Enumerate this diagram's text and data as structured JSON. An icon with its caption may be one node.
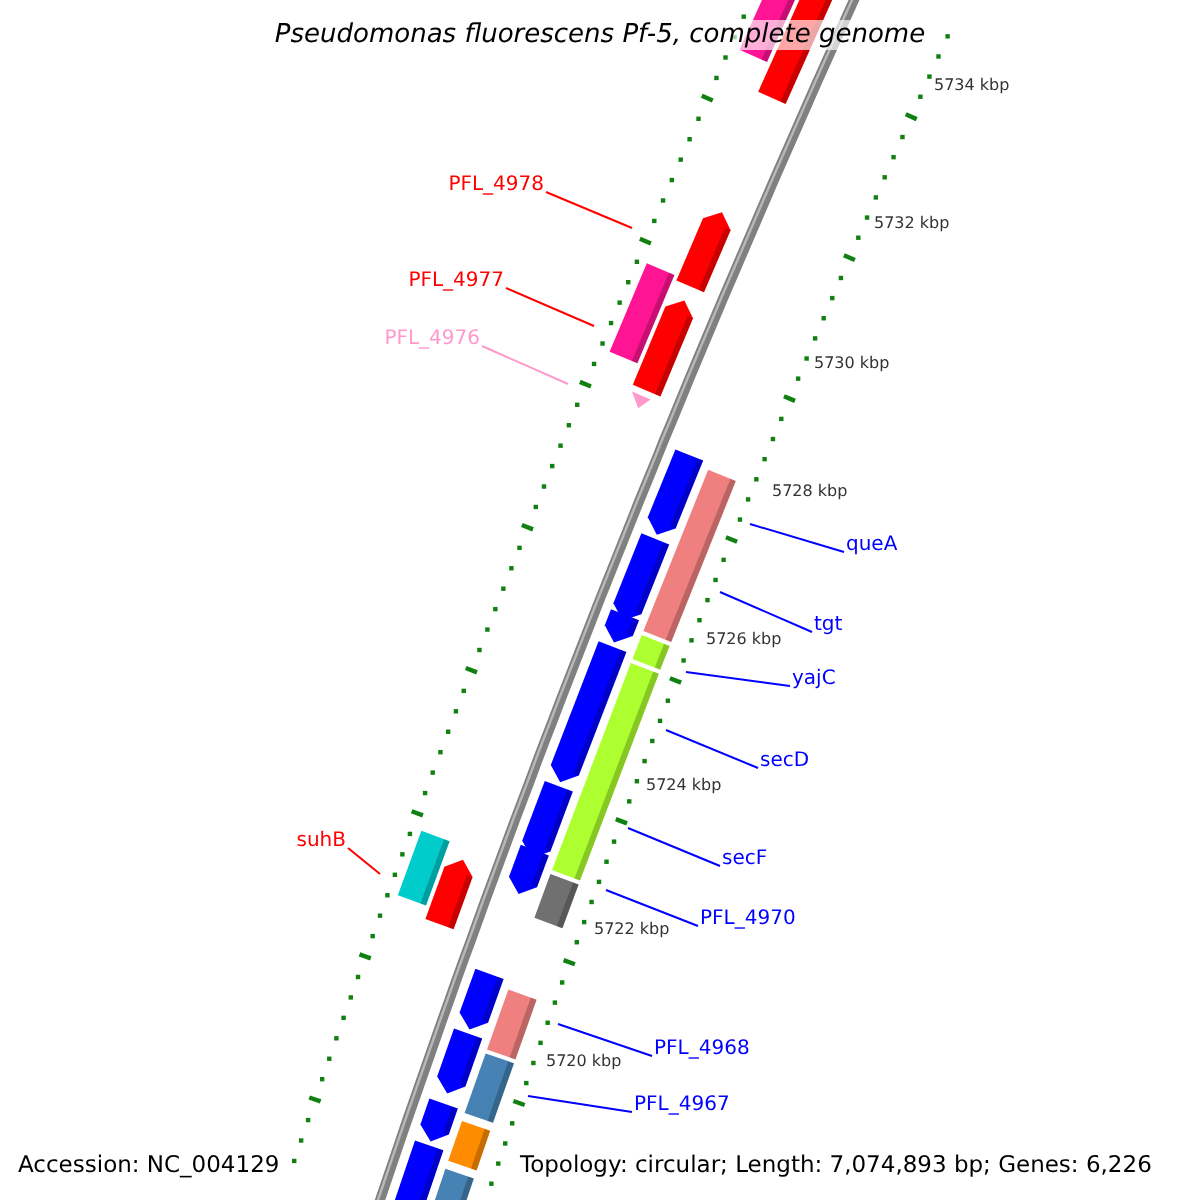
{
  "diagram": {
    "title": "Pseudomonas fluorescens Pf-5, complete genome",
    "nodes": [
      {
        "text": [
          "PFL_4978"
        ]
      },
      {
        "text": [
          "PFL_4977"
        ]
      },
      {
        "text": [
          "PFL_4976"
        ]
      },
      {
        "text": [
          "queA"
        ]
      },
      {
        "text": [
          "tgt"
        ]
      },
      {
        "text": [
          "yajC"
        ]
      },
      {
        "text": [
          "secD"
        ]
      },
      {
        "text": [
          "suhB"
        ]
      },
      {
        "text": [
          "secF"
        ]
      },
      {
        "text": [
          "PFL_4970"
        ]
      },
      {
        "text": [
          "PFL_4968"
        ]
      },
      {
        "text": [
          "PFL_4967"
        ]
      }
    ],
    "edges": [
      {
        "from": 0,
        "to": null,
        "arrow": "none",
        "color": "#ff0000"
      },
      {
        "from": 1,
        "to": null,
        "arrow": "none",
        "color": "#ff0000"
      },
      {
        "from": 2,
        "to": null,
        "arrow": "none",
        "color": "#ff99cc"
      },
      {
        "from": 3,
        "to": null,
        "arrow": "none"
      },
      {
        "from": 4,
        "to": null,
        "arrow": "none"
      },
      {
        "from": 5,
        "to": null,
        "arrow": "none"
      },
      {
        "from": 6,
        "to": null,
        "arrow": "none"
      },
      {
        "from": 7,
        "to": null,
        "arrow": "none",
        "color": "#ff0000"
      },
      {
        "from": 8,
        "to": null,
        "arrow": "none"
      },
      {
        "from": 9,
        "to": null,
        "arrow": "none"
      },
      {
        "from": 10,
        "to": null,
        "arrow": "none"
      },
      {
        "from": 11,
        "to": null,
        "arrow": "none"
      }
    ],
    "labels": [
      "5734 kbp",
      "5732 kbp",
      "5730 kbp",
      "5728 kbp",
      "5726 kbp",
      "5724 kbp",
      "5722 kbp",
      "5720 kbp",
      "Accession: NC_004129",
      "Topology: circular; Length: 7,074,893 bp; Genes: 6,226"
    ]
  }
}
